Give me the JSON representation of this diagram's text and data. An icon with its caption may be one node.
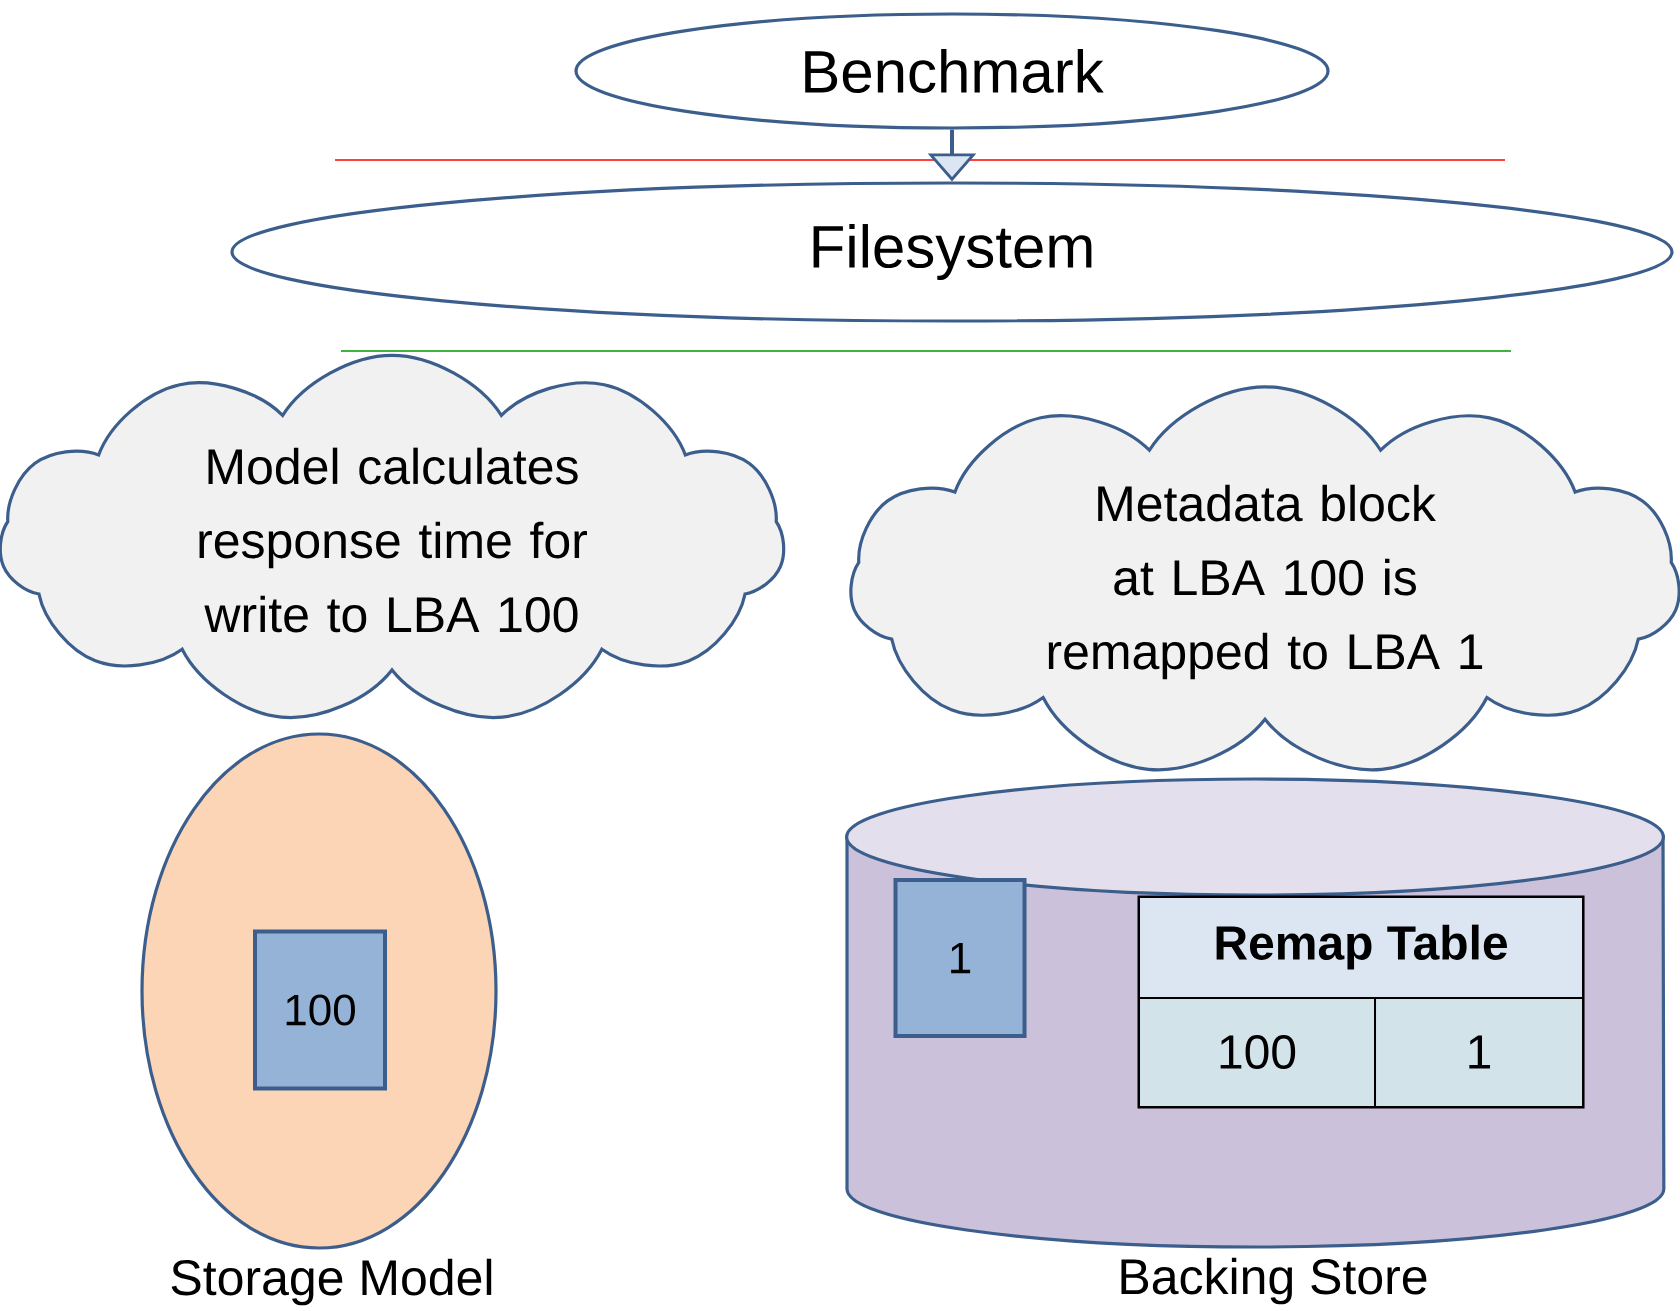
{
  "diagram": {
    "nodes": [
      {
        "text": [
          "Benchmark"
        ]
      },
      {
        "text": [
          "Filesystem"
        ]
      },
      {
        "text": [
          "Model calculates response time for write to LBA 100"
        ]
      },
      {
        "text": [
          "Metadata block at LBA 100 is remapped to LBA 1"
        ]
      },
      {
        "text": [],
        "shape": "ellipse",
        "beside": [
          "Storage Model"
        ]
      },
      {
        "text": [
          "100"
        ],
        "in": 4
      },
      {
        "text": [],
        "shape": "cylinder",
        "beside": [
          "Backing Store"
        ]
      },
      {
        "text": [
          "1"
        ],
        "in": 6
      },
      {
        "text": [
          "Remap Table",
          "100",
          "1"
        ],
        "in": 6
      }
    ],
    "edges": [
      {
        "from": 0,
        "to": 1,
        "arrow": "to"
      }
    ]
  }
}
